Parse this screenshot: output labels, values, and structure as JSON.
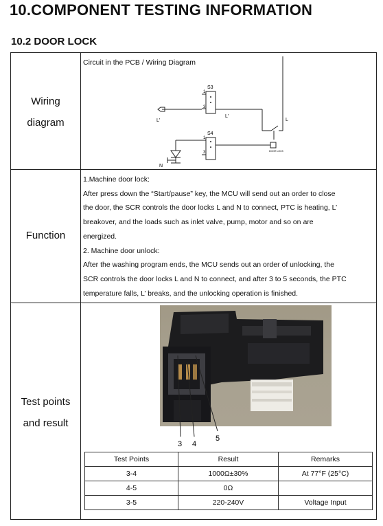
{
  "page": {
    "title": "10.COMPONENT TESTING INFORMATION",
    "section": "10.2 DOOR LOCK"
  },
  "wiring": {
    "label_line1": "Wiring",
    "label_line2": "diagram",
    "caption": "Circuit in the PCB / Wiring Diagram",
    "s3": "S3",
    "s4": "S4",
    "pin1_top": "1",
    "pin3_top": "3",
    "pin1_bottom": "1",
    "pin3_bottom": "3",
    "l_prime_left": "L'",
    "l_prime_mid": "L'",
    "l_right": "L",
    "n_label": "N",
    "door_lock_tag": "DOOR LOCK"
  },
  "function": {
    "label": "Function",
    "lines": [
      "1.Machine door lock:",
      "After press down the “Start/pause” key, the MCU will send out an order to close",
      "the door, the SCR controls the door locks L and N to connect, PTC is heating, L’",
      "breakover, and the loads such as inlet valve, pump, motor and so on are",
      "energized.",
      "2. Machine door unlock:",
      "After the washing program ends, the MCU sends out an order of unlocking, the",
      "SCR controls the door locks L and N to connect, and after 3 to 5 seconds, the PTC",
      "temperature falls, L’ breaks, and the unlocking operation is finished."
    ]
  },
  "test": {
    "label_line1": "Test points",
    "label_line2": "and result",
    "callouts": [
      "3",
      "4",
      "5"
    ],
    "headers": [
      "Test Points",
      "Result",
      "Remarks"
    ],
    "rows": [
      [
        "3-4",
        "1000Ω±30%",
        "At 77°F (25°C)"
      ],
      [
        "4-5",
        "0Ω",
        ""
      ],
      [
        "3-5",
        "220-240V",
        "Voltage Input"
      ]
    ]
  }
}
